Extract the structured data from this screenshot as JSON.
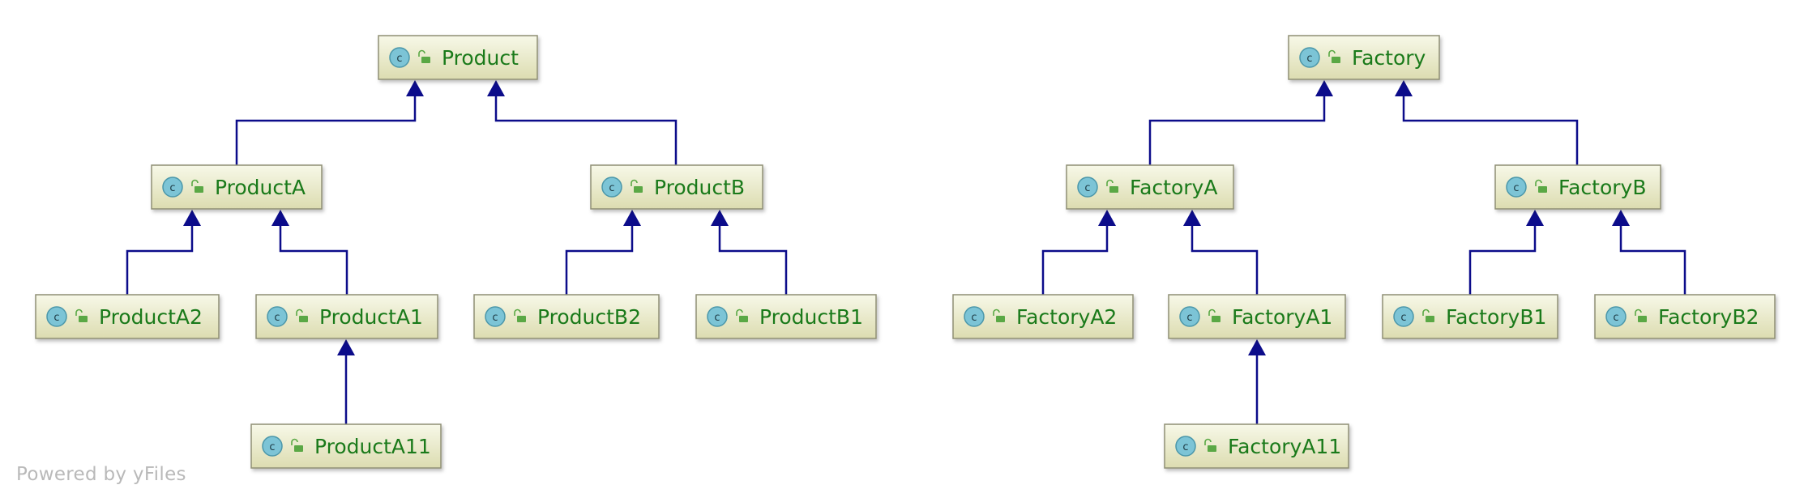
{
  "diagram": {
    "type": "class-hierarchy",
    "colors": {
      "node_fill_top": "#f7f8e8",
      "node_fill_bottom": "#dcdcb0",
      "node_border": "#8f8f75",
      "label_text": "#1a7a1a",
      "edge": "#0c0c8a",
      "class_badge_fill": "#7cc4d6",
      "class_badge_stroke": "#4b97aa",
      "visibility_icon": "#5aa845"
    },
    "icons": {
      "class_badge": "class-c-badge-icon",
      "visibility": "public-unlock-icon"
    },
    "nodes": [
      {
        "id": "product",
        "label": "Product"
      },
      {
        "id": "productA",
        "label": "ProductA"
      },
      {
        "id": "productB",
        "label": "ProductB"
      },
      {
        "id": "productA2",
        "label": "ProductA2"
      },
      {
        "id": "productA1",
        "label": "ProductA1"
      },
      {
        "id": "productB2",
        "label": "ProductB2"
      },
      {
        "id": "productB1",
        "label": "ProductB1"
      },
      {
        "id": "productA11",
        "label": "ProductA11"
      },
      {
        "id": "factory",
        "label": "Factory"
      },
      {
        "id": "factoryA",
        "label": "FactoryA"
      },
      {
        "id": "factoryB",
        "label": "FactoryB"
      },
      {
        "id": "factoryA2",
        "label": "FactoryA2"
      },
      {
        "id": "factoryA1",
        "label": "FactoryA1"
      },
      {
        "id": "factoryB1",
        "label": "FactoryB1"
      },
      {
        "id": "factoryB2",
        "label": "FactoryB2"
      },
      {
        "id": "factoryA11",
        "label": "FactoryA11"
      }
    ],
    "edges": [
      {
        "from": "productA",
        "to": "product"
      },
      {
        "from": "productB",
        "to": "product"
      },
      {
        "from": "productA2",
        "to": "productA"
      },
      {
        "from": "productA1",
        "to": "productA"
      },
      {
        "from": "productB2",
        "to": "productB"
      },
      {
        "from": "productB1",
        "to": "productB"
      },
      {
        "from": "productA11",
        "to": "productA1"
      },
      {
        "from": "factoryA",
        "to": "factory"
      },
      {
        "from": "factoryB",
        "to": "factory"
      },
      {
        "from": "factoryA2",
        "to": "factoryA"
      },
      {
        "from": "factoryA1",
        "to": "factoryA"
      },
      {
        "from": "factoryB1",
        "to": "factoryB"
      },
      {
        "from": "factoryB2",
        "to": "factoryB"
      },
      {
        "from": "factoryA11",
        "to": "factoryA1"
      }
    ]
  },
  "watermark": "Powered by yFiles"
}
